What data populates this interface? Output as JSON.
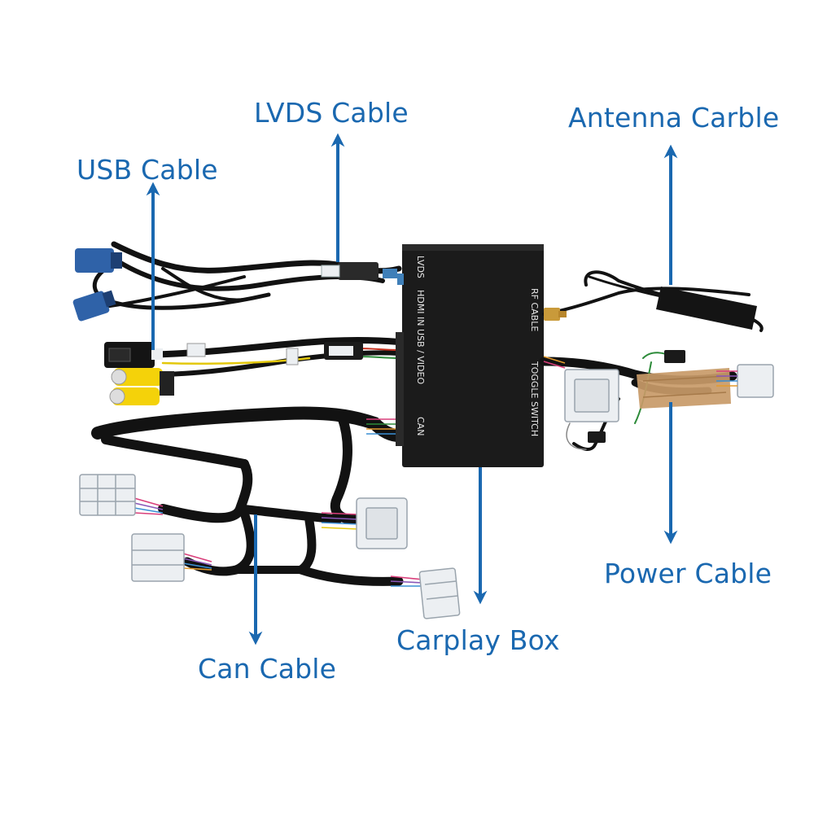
{
  "callouts": {
    "lvds": "LVDS Cable",
    "usb": "USB Cable",
    "antenna": "Antenna Carble",
    "power": "Power Cable",
    "carplay": "Carplay Box",
    "can": "Can Cable"
  },
  "box_ports": {
    "lvds": "LVDS",
    "hdmi_in": "HDMI IN",
    "usb_video": "USB / VIDEO",
    "can": "CAN",
    "rf_cable": "RF CABLE",
    "toggle_switch": "TOGGLE SWITCH"
  },
  "colors": {
    "label": "#1a68b0",
    "arrow": "#1a68b0",
    "box": "#1b1b1b",
    "cable": "#121212",
    "connector_white": "#eceff2",
    "connector_blue": "#2f62a8",
    "rca_yellow": "#f4d20a",
    "tape": "#c89a68"
  }
}
